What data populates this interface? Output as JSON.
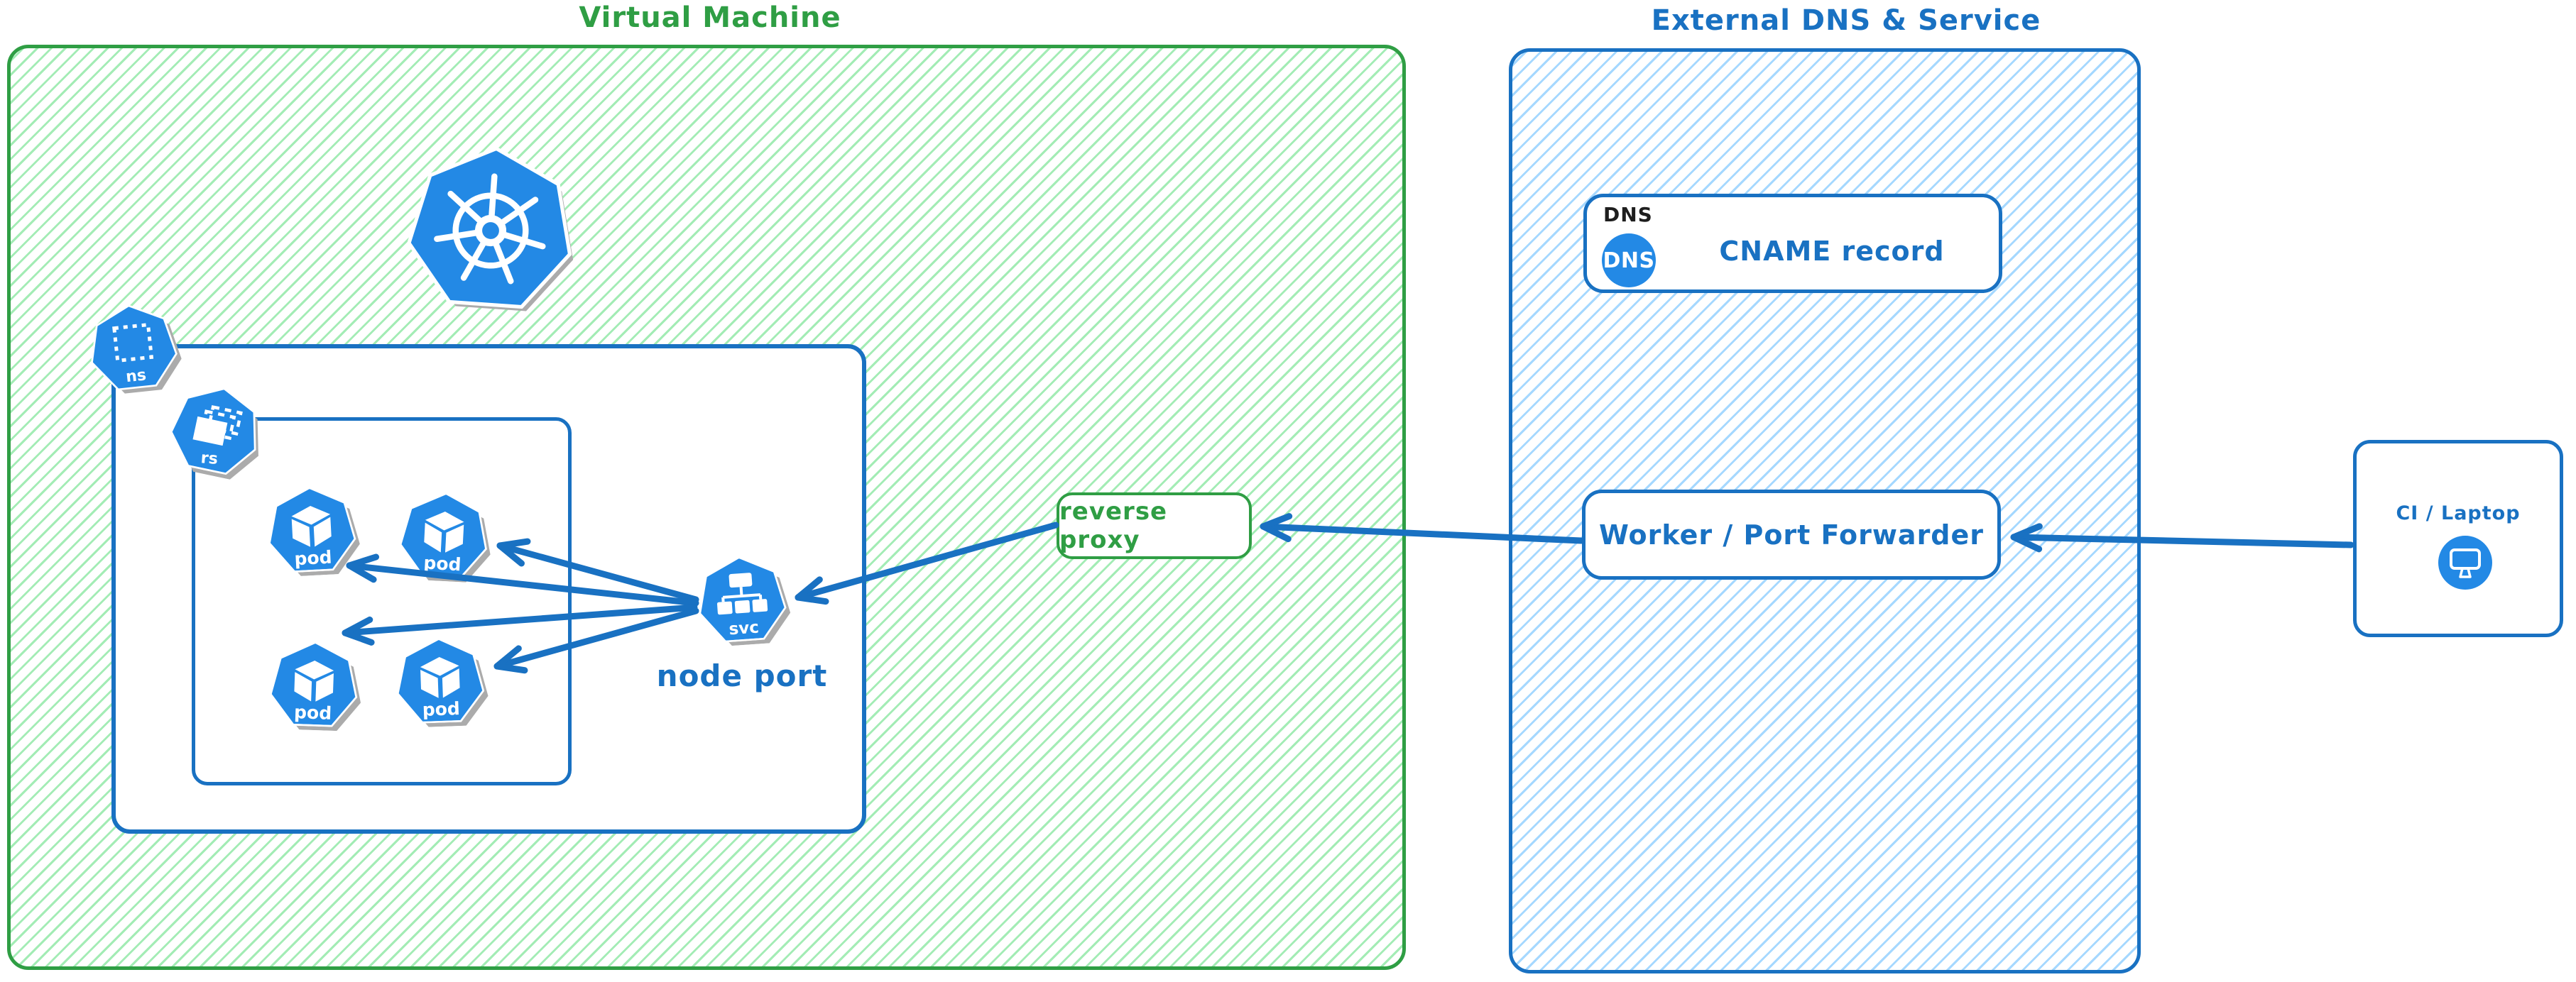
{
  "vm": {
    "title": "Virtual Machine",
    "ns_label": "ns",
    "rs_label": "rs",
    "pods": [
      "pod",
      "pod",
      "pod",
      "pod"
    ],
    "svc_label": "svc",
    "svc_caption": "node port",
    "reverse_proxy_label": "reverse proxy"
  },
  "external": {
    "title": "External DNS & Service",
    "dns_tag": "DNS",
    "dns_badge": "DNS",
    "cname_label": "CNAME record",
    "worker_label": "Worker / Port Forwarder"
  },
  "client": {
    "title": "CI / Laptop"
  },
  "connections": [
    {
      "from": "ci-laptop",
      "to": "worker-port-forwarder"
    },
    {
      "from": "worker-port-forwarder",
      "to": "reverse-proxy"
    },
    {
      "from": "reverse-proxy",
      "to": "node-port-service"
    },
    {
      "from": "node-port-service",
      "to": "pod-1"
    },
    {
      "from": "node-port-service",
      "to": "pod-2"
    },
    {
      "from": "node-port-service",
      "to": "pod-3"
    },
    {
      "from": "node-port-service",
      "to": "pod-4"
    }
  ],
  "colors": {
    "green_stroke": "#2f9e44",
    "green_hatch": "#a3ecb5",
    "blue_stroke": "#1971c2",
    "blue_hatch": "#a5d8ff",
    "icon_blue": "#2389e5",
    "text_black": "#1e1e1e",
    "shadow_gray": "#ababab"
  }
}
